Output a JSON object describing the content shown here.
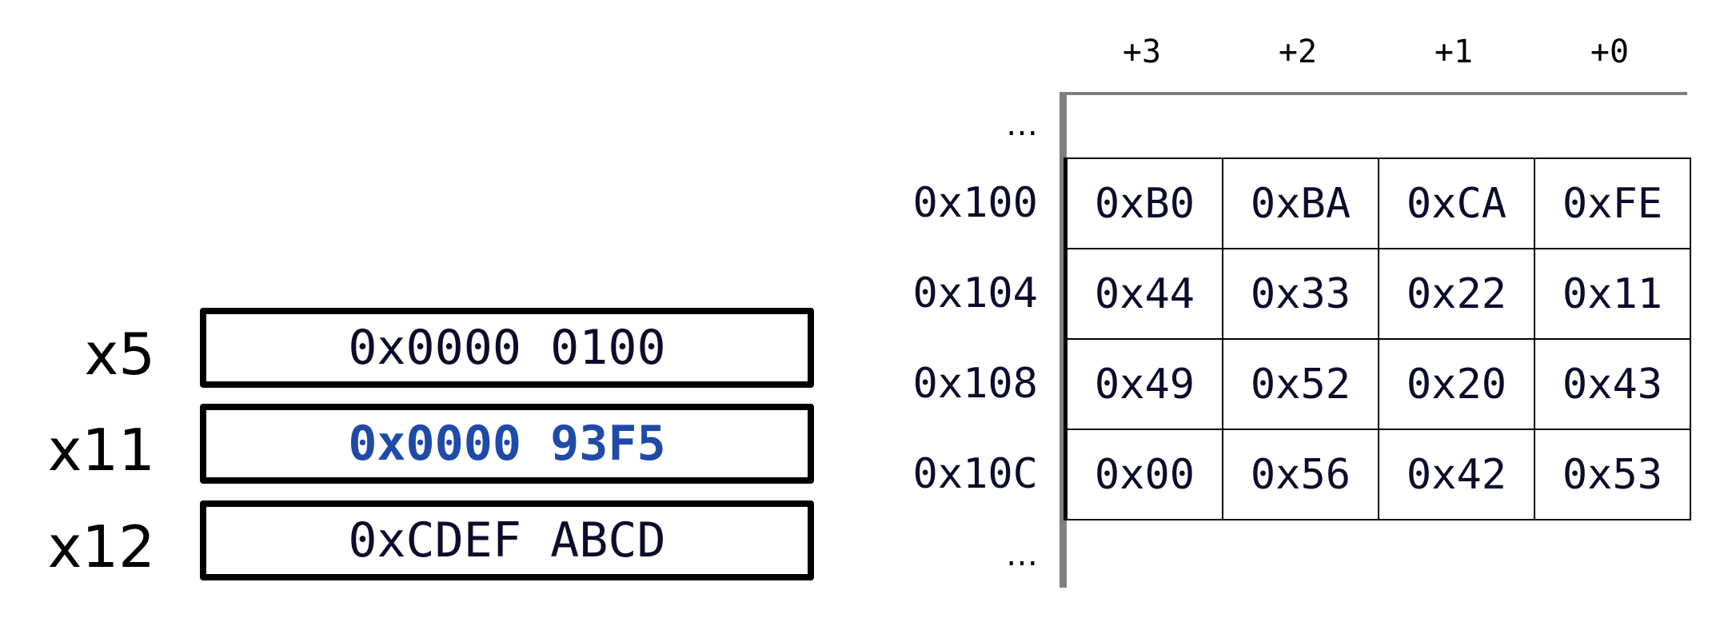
{
  "registers": [
    {
      "name": "x5",
      "value": "0x0000 0100"
    },
    {
      "name": "x11",
      "value": "0x0000 93F5"
    },
    {
      "name": "x12",
      "value": "0xCDEF ABCD"
    }
  ],
  "highlight_color": "#1f4aa8",
  "memory": {
    "column_offsets": [
      "+3",
      "+2",
      "+1",
      "+0"
    ],
    "ellipsis_top": "…",
    "ellipsis_bottom": "…",
    "rows": [
      {
        "address": "0x100",
        "bytes": [
          "0xB0",
          "0xBA",
          "0xCA",
          "0xFE"
        ]
      },
      {
        "address": "0x104",
        "bytes": [
          "0x44",
          "0x33",
          "0x22",
          "0x11"
        ]
      },
      {
        "address": "0x108",
        "bytes": [
          "0x49",
          "0x52",
          "0x20",
          "0x43"
        ]
      },
      {
        "address": "0x10C",
        "bytes": [
          "0x00",
          "0x56",
          "0x42",
          "0x53"
        ]
      }
    ]
  }
}
